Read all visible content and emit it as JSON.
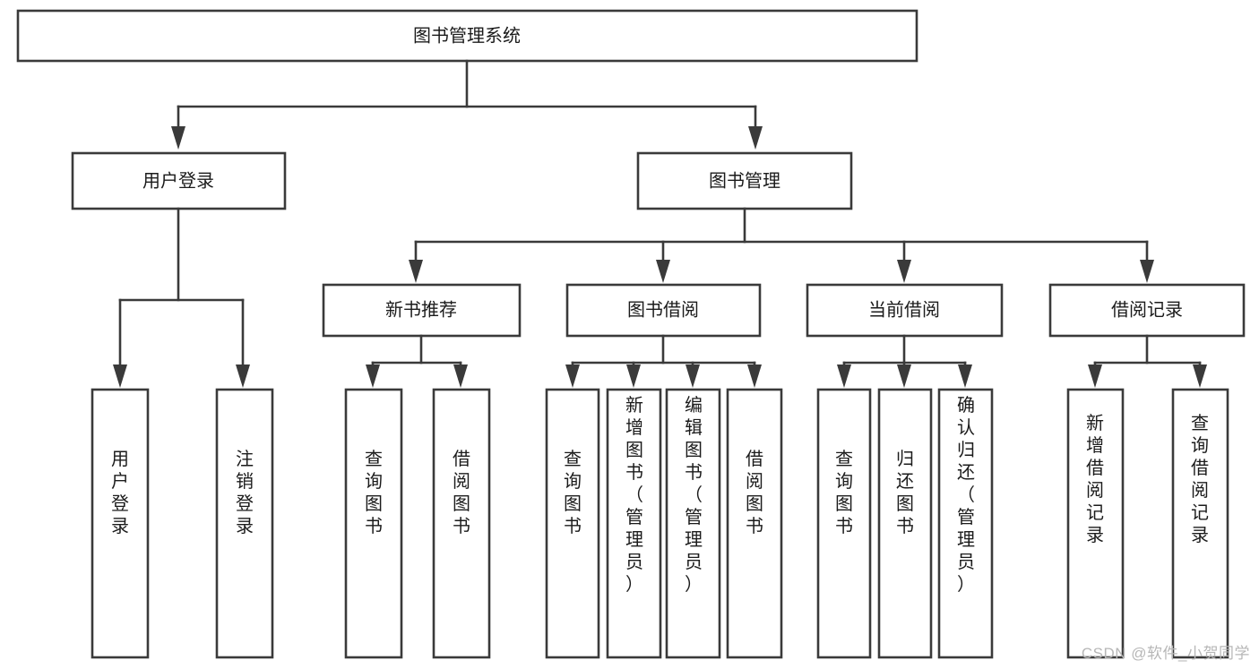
{
  "diagram": {
    "type": "tree",
    "title": "图书管理系统",
    "watermark": "CSDN @软件_小贺同学",
    "colors": {
      "background": "#ffffff",
      "box_stroke": "#3a3a3a",
      "box_fill": "#ffffff",
      "text": "#1b1b1b",
      "watermark": "#b7b7b7"
    },
    "levels": {
      "root": {
        "label": "图书管理系统"
      },
      "level2": [
        {
          "id": "user-login",
          "label": "用户登录"
        },
        {
          "id": "book-manage",
          "label": "图书管理"
        }
      ],
      "level3": [
        {
          "id": "new-book-rec",
          "label": "新书推荐"
        },
        {
          "id": "book-borrow",
          "label": "图书借阅"
        },
        {
          "id": "current-borrow",
          "label": "当前借阅"
        },
        {
          "id": "borrow-record",
          "label": "借阅记录"
        }
      ],
      "leaves": {
        "user-login": [
          {
            "id": "leaf-user-login",
            "label": "用户登录"
          },
          {
            "id": "leaf-logout",
            "label": "注销登录"
          }
        ],
        "new-book-rec": [
          {
            "id": "leaf-query-book-1",
            "label": "查询图书"
          },
          {
            "id": "leaf-borrow-book-1",
            "label": "借阅图书"
          }
        ],
        "book-borrow": [
          {
            "id": "leaf-query-book-2",
            "label": "查询图书"
          },
          {
            "id": "leaf-add-book",
            "label": "新增图书（管理员）"
          },
          {
            "id": "leaf-edit-book",
            "label": "编辑图书（管理员）"
          },
          {
            "id": "leaf-borrow-book-2",
            "label": "借阅图书"
          }
        ],
        "current-borrow": [
          {
            "id": "leaf-query-book-3",
            "label": "查询图书"
          },
          {
            "id": "leaf-return-book",
            "label": "归还图书"
          },
          {
            "id": "leaf-confirm-return",
            "label": "确认归还（管理员）"
          }
        ],
        "borrow-record": [
          {
            "id": "leaf-add-record",
            "label": "新增借阅记录"
          },
          {
            "id": "leaf-query-record",
            "label": "查询借阅记录"
          }
        ]
      }
    }
  }
}
